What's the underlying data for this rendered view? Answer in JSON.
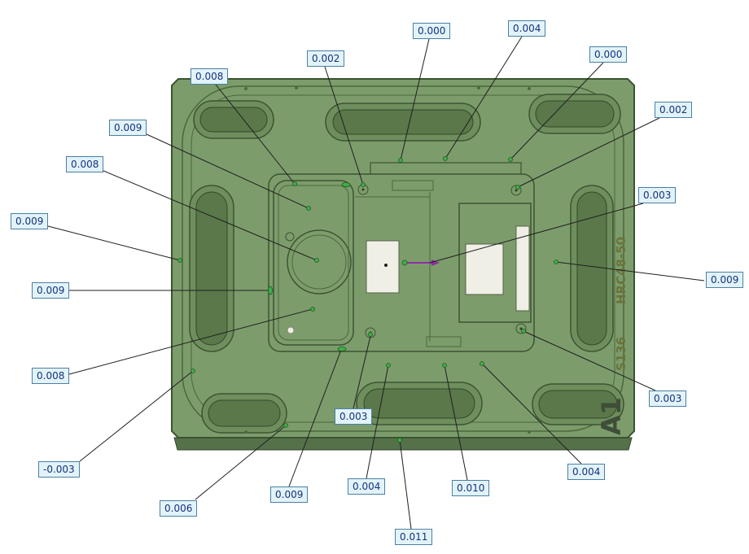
{
  "part_markings": {
    "hardness": "HRC48-50",
    "material": "S136",
    "plate_id": "A1"
  },
  "colors": {
    "plate": "#7d9c6c",
    "plate_edge": "#3a5430",
    "slot_inner": "#5a784a",
    "pocket_white": "#f0efe6",
    "marker_green": "#3fae4a",
    "arrow_purple": "#8b2fa0",
    "label_bg": "#e2f3f8",
    "label_border": "#4b7fa6",
    "label_text": "#14317f"
  },
  "measurements": [
    {
      "value": "0.008"
    },
    {
      "value": "0.002"
    },
    {
      "value": "0.000"
    },
    {
      "value": "0.004"
    },
    {
      "value": "0.000"
    },
    {
      "value": "0.002"
    },
    {
      "value": "0.009"
    },
    {
      "value": "0.008"
    },
    {
      "value": "0.009"
    },
    {
      "value": "0.009"
    },
    {
      "value": "0.003"
    },
    {
      "value": "0.009"
    },
    {
      "value": "0.008"
    },
    {
      "value": "-0.003"
    },
    {
      "value": "0.006"
    },
    {
      "value": "0.009"
    },
    {
      "value": "0.003"
    },
    {
      "value": "0.004"
    },
    {
      "value": "0.011"
    },
    {
      "value": "0.010"
    },
    {
      "value": "0.004"
    },
    {
      "value": "0.003"
    }
  ]
}
